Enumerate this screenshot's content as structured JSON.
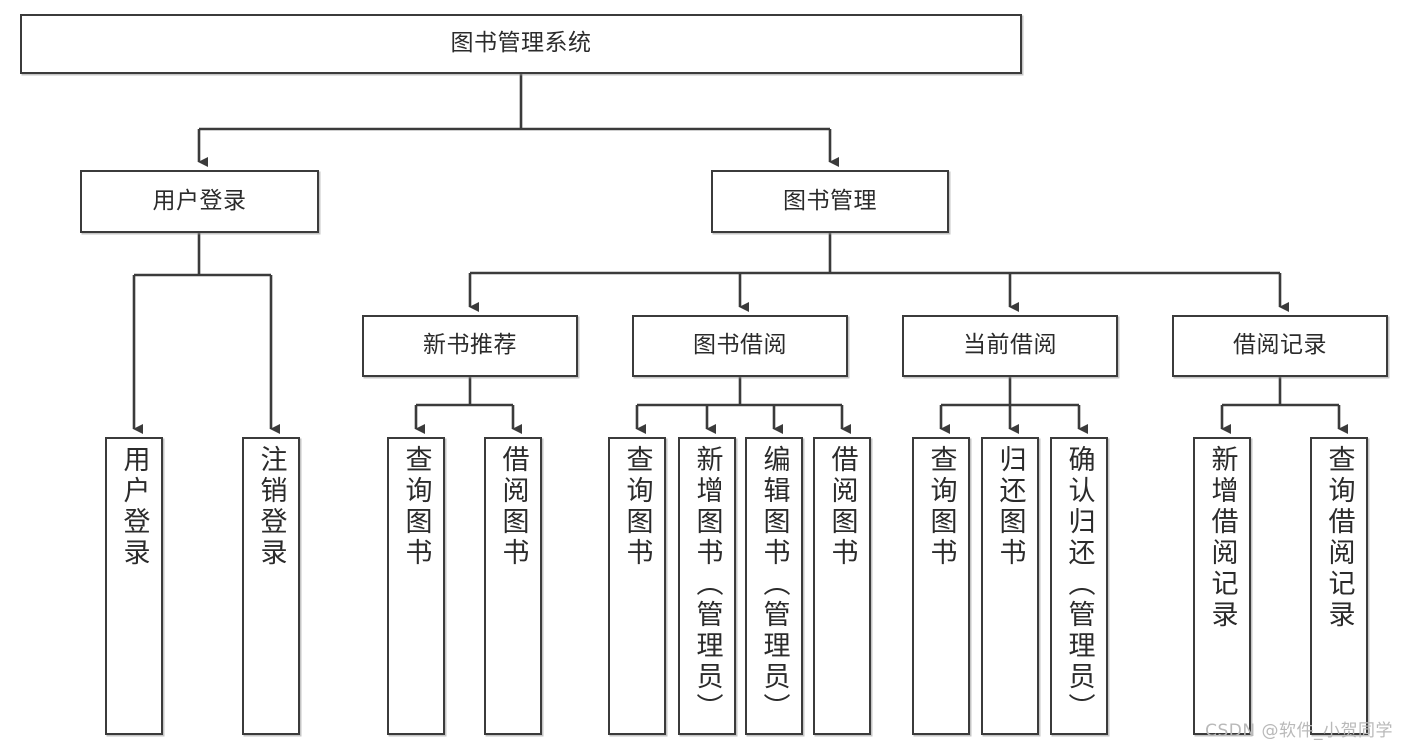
{
  "diagram": {
    "type": "tree",
    "title": "图书管理系统",
    "watermark": "CSDN @软件_小贺同学",
    "colors": {
      "box_border": "#3b3b3b",
      "box_fill": "#ffffff",
      "connector": "#3b3b3b",
      "text": "#2b2b2b",
      "watermark": "#b9b9b9",
      "background": "#ffffff"
    },
    "root": {
      "label": "图书管理系统"
    },
    "level2": [
      {
        "label": "用户登录"
      },
      {
        "label": "图书管理"
      }
    ],
    "level3": [
      {
        "label": "新书推荐"
      },
      {
        "label": "图书借阅"
      },
      {
        "label": "当前借阅"
      },
      {
        "label": "借阅记录"
      }
    ],
    "leaves": {
      "user_login": [
        {
          "label": "用户登录"
        },
        {
          "label": "注销登录"
        }
      ],
      "new_book_recommend": [
        {
          "label": "查询图书"
        },
        {
          "label": "借阅图书"
        }
      ],
      "book_borrow": [
        {
          "label": "查询图书"
        },
        {
          "label": "新增图书（管理员）"
        },
        {
          "label": "编辑图书（管理员）"
        },
        {
          "label": "借阅图书"
        }
      ],
      "current_borrow": [
        {
          "label": "查询图书"
        },
        {
          "label": "归还图书"
        },
        {
          "label": "确认归还（管理员）"
        }
      ],
      "borrow_records": [
        {
          "label": "新增借阅记录"
        },
        {
          "label": "查询借阅记录"
        }
      ]
    }
  }
}
